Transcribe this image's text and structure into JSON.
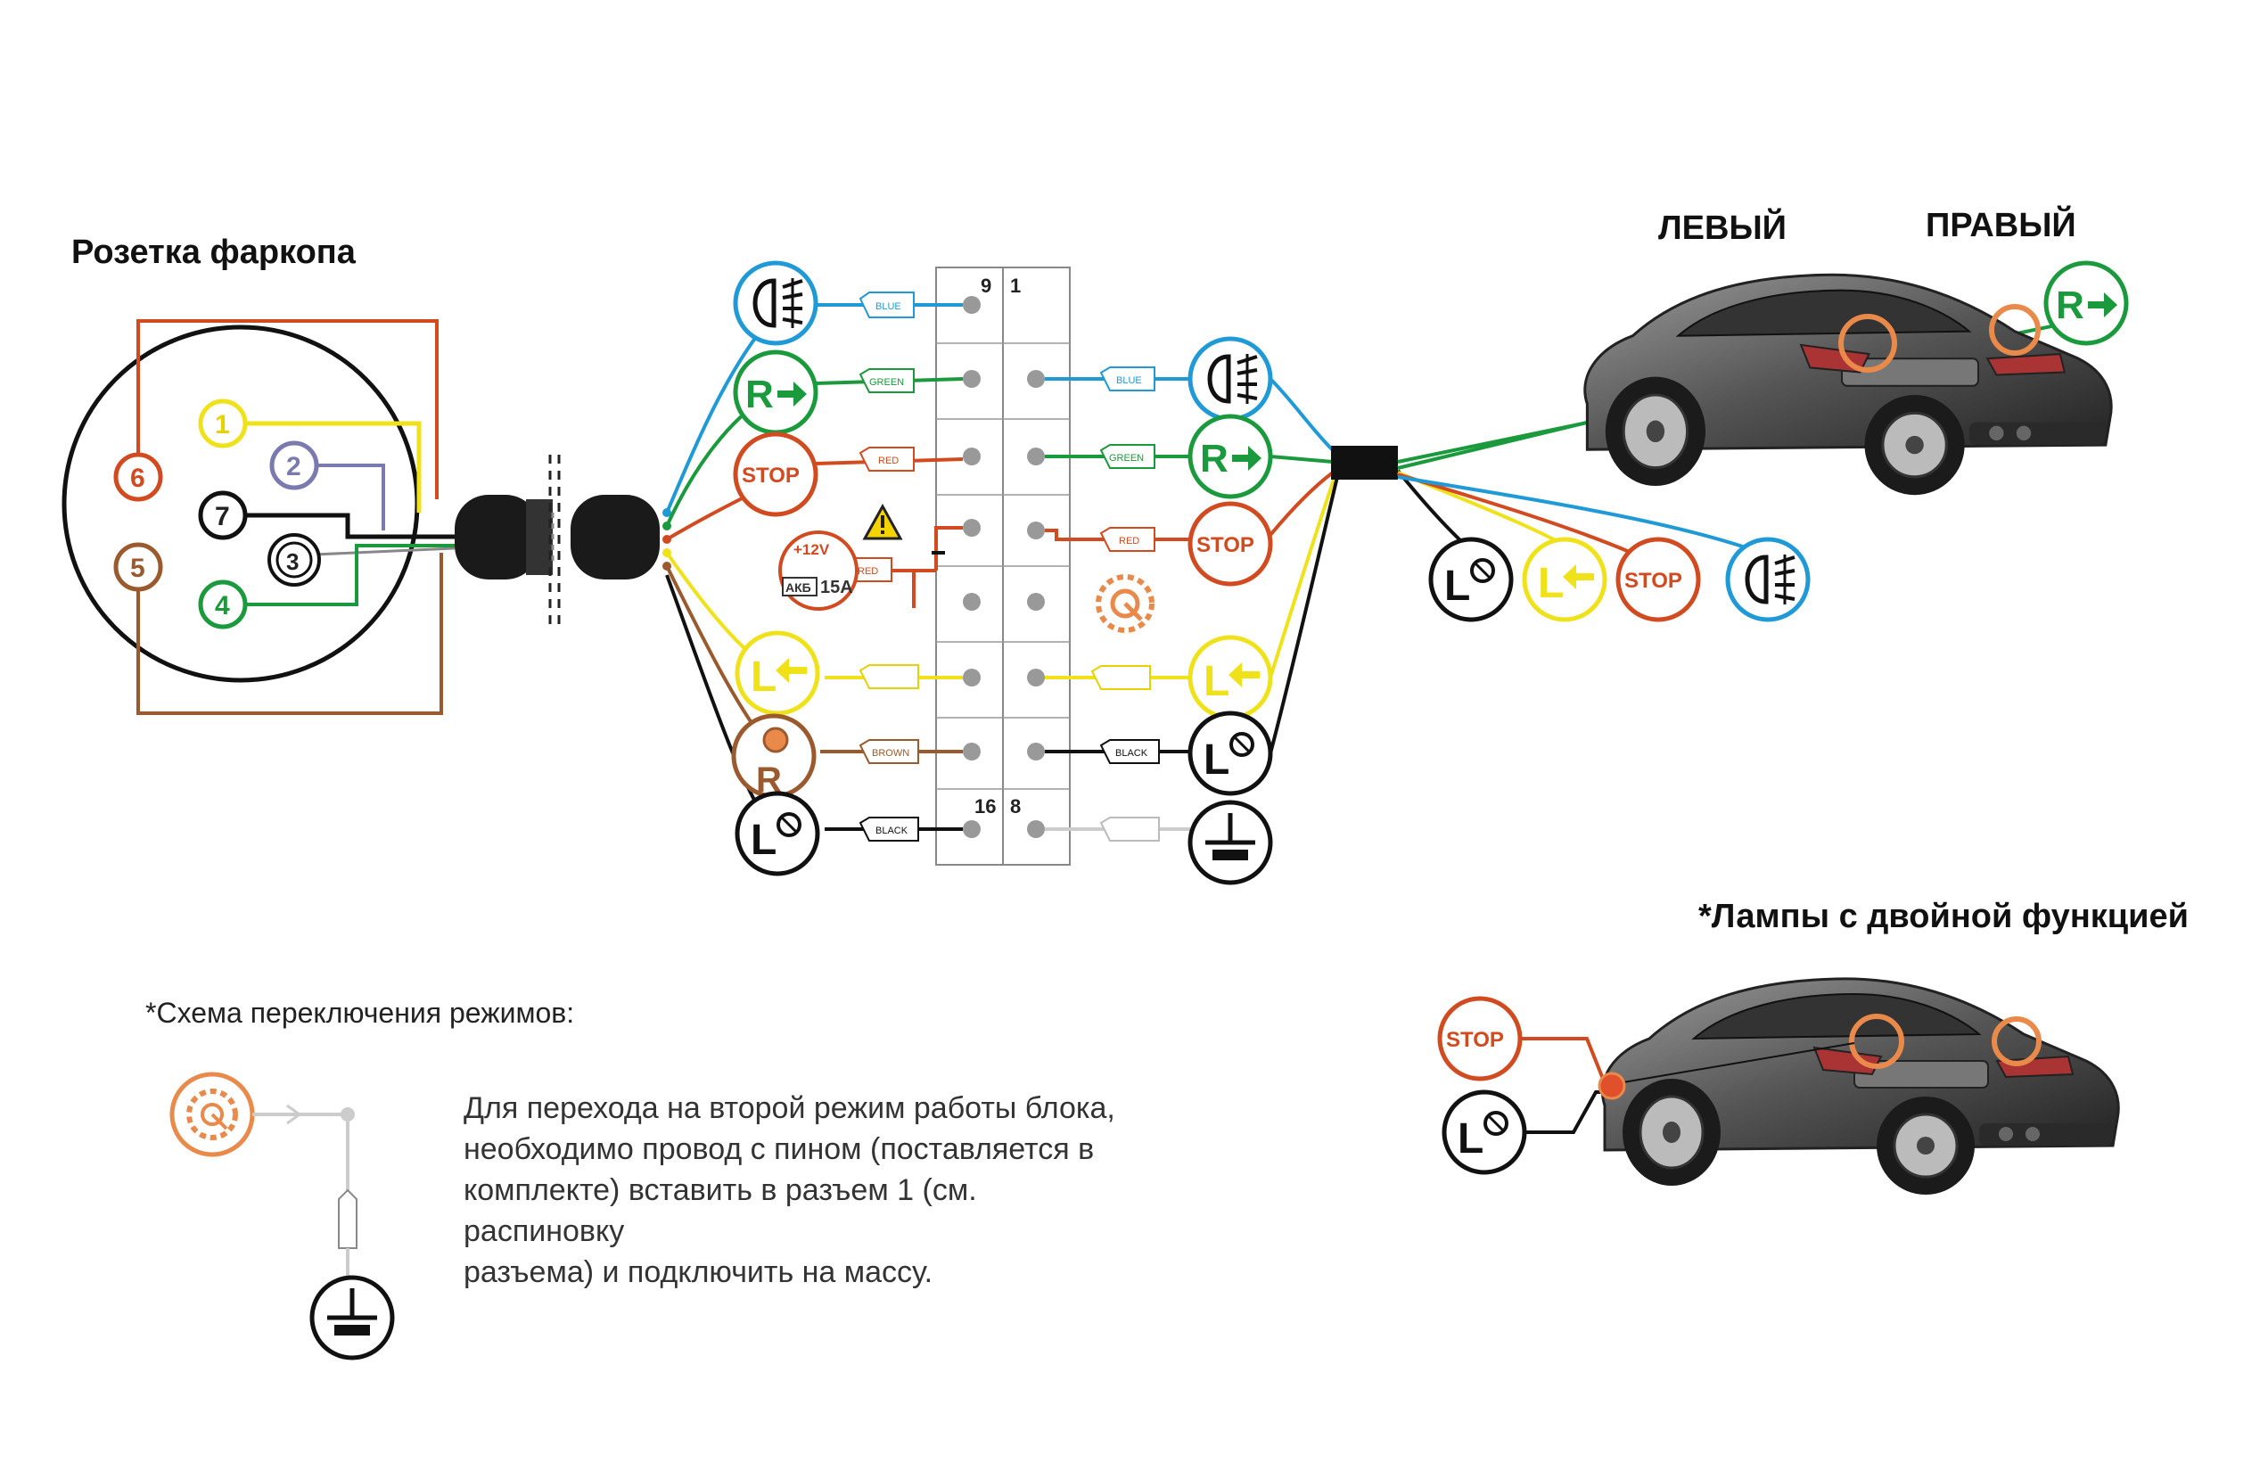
{
  "titles": {
    "socket": "Розетка фаркопа",
    "left_side": "ЛЕВЫЙ",
    "right_side": "ПРАВЫЙ",
    "dual_function": "*Лампы с двойной функцией",
    "mode_scheme": "*Схема переключения режимов:"
  },
  "mode_text": [
    "Для перехода на второй режим работы блока,",
    "необходимо провод с пином (поставляется в",
    "комплекте) вставить в разъем 1 (см. распиновку",
    "разъема) и подключить на массу."
  ],
  "socket_pins": [
    "1",
    "2",
    "3",
    "4",
    "5",
    "6",
    "7"
  ],
  "grid_numbers": {
    "top_left": "9",
    "top_right": "1",
    "bottom_left": "16",
    "bottom_right": "8"
  },
  "symbol_text": {
    "reverse": "R",
    "stop": "STOP",
    "lamp": "L"
  },
  "left_wires": [
    "BLUE",
    "GREEN",
    "RED",
    "RED",
    "",
    "BROWN",
    "BLACK"
  ],
  "right_wires": [
    "BLUE",
    "GREEN",
    "RED",
    "",
    "BLACK",
    ""
  ],
  "power": {
    "voltage": "+12V",
    "battery": "АКБ",
    "fuse": "15A"
  },
  "colors": {
    "blue": "#1f9ad6",
    "green": "#1a9a3c",
    "red": "#d24a1f",
    "yellow": "#f0e21a",
    "brown": "#9b5a2e",
    "black": "#111111",
    "orange": "#e9894a",
    "warning": "#f5d300"
  },
  "icons": [
    "fog-light-icon",
    "reverse-light-icon",
    "stop-light-icon",
    "turn-signal-icon",
    "side-light-icon",
    "ground-icon",
    "mode-gear-icon",
    "warning-icon",
    "battery-icon",
    "car-rear-icon",
    "wire-pin-icon"
  ]
}
